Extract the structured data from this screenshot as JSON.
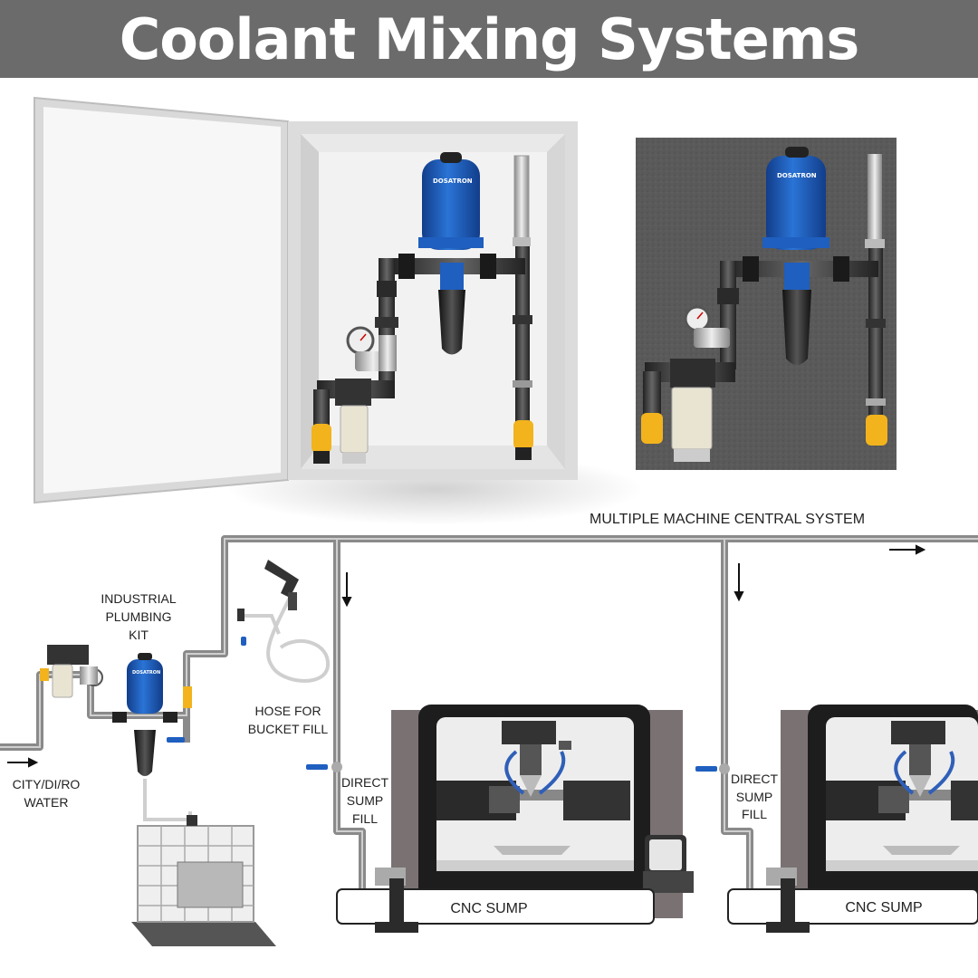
{
  "title": "Coolant Mixing Systems",
  "brand": "DOSATRON",
  "labels": {
    "central_system": "MULTIPLE MACHINE CENTRAL SYSTEM",
    "plumbing_kit": [
      "INDUSTRIAL",
      "PLUMBING",
      "KIT"
    ],
    "hose": [
      "HOSE FOR",
      "BUCKET FILL"
    ],
    "water": [
      "CITY/DI/RO",
      "WATER"
    ],
    "direct_sump_fill_1": [
      "DIRECT",
      "SUMP",
      "FILL"
    ],
    "direct_sump_fill_2": [
      "DIRECT",
      "SUMP",
      "FILL"
    ],
    "cnc_sump_1": "CNC SUMP",
    "cnc_sump_2": "CNC SUMP"
  },
  "colors": {
    "title_bg": "#6b6b6b",
    "dosatron_blue": "#1f5fbf",
    "pipe_gray": "#8a8a8a",
    "valve_yellow": "#f2b31d",
    "panel_dark": "#555555"
  }
}
